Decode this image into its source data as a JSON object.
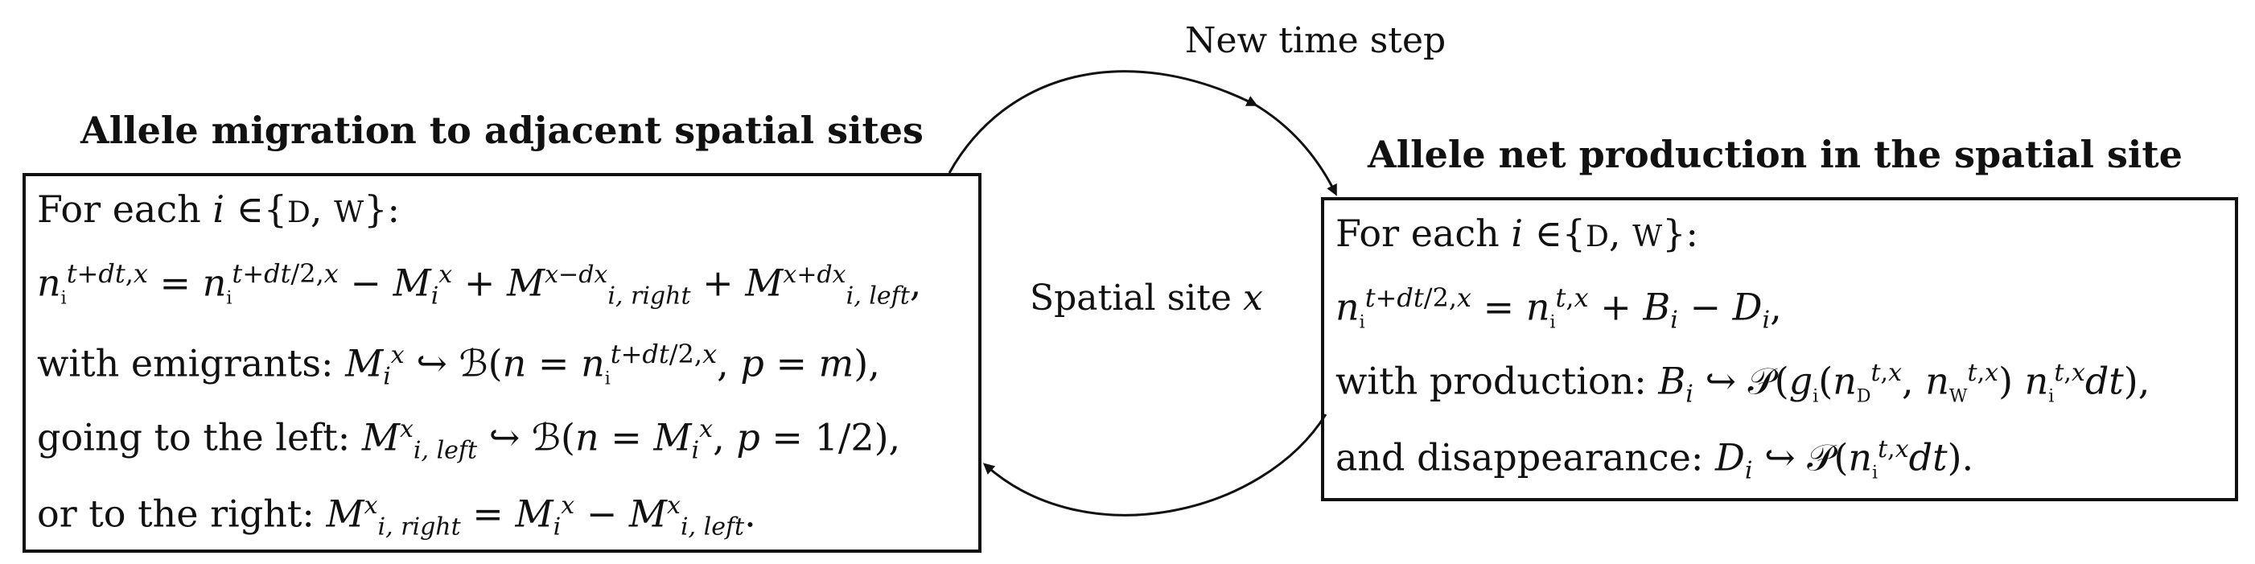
{
  "top_label": "New time step",
  "center_label": "Spatial site x",
  "left_panel": {
    "title": "Allele migration to adjacent spatial sites",
    "lines": [
      "For each i ∈{D, W}:",
      "nᵢ^{t+dt,x} = nᵢ^{t+dt/2,x} − Mᵢˣ + M^{x−dx}_{i, right} + M^{x+dx}_{i, left},",
      "with emigrants: Mᵢˣ ↪ ℬ(n = nᵢ^{t+dt/2,x}, p = m),",
      "going to the left: Mˣ_{i, left} ↪ ℬ(n = Mᵢˣ, p = 1/2),",
      "or to the right: Mˣ_{i, right} = Mᵢˣ − Mˣ_{i, left}."
    ]
  },
  "right_panel": {
    "title": "Allele net production in the spatial site",
    "lines": [
      "For each i ∈{D, W}:",
      "nᵢ^{t+dt/2,x} = nᵢ^{t,x} + Bᵢ − Dᵢ,",
      "with production: Bᵢ ↪ 𝒫(gᵢ(n_D^{t,x}, n_W^{t,x}) nᵢ^{t,x}dt),",
      "and disappearance: Dᵢ ↪ 𝒫(nᵢ^{t,x}dt)."
    ]
  }
}
